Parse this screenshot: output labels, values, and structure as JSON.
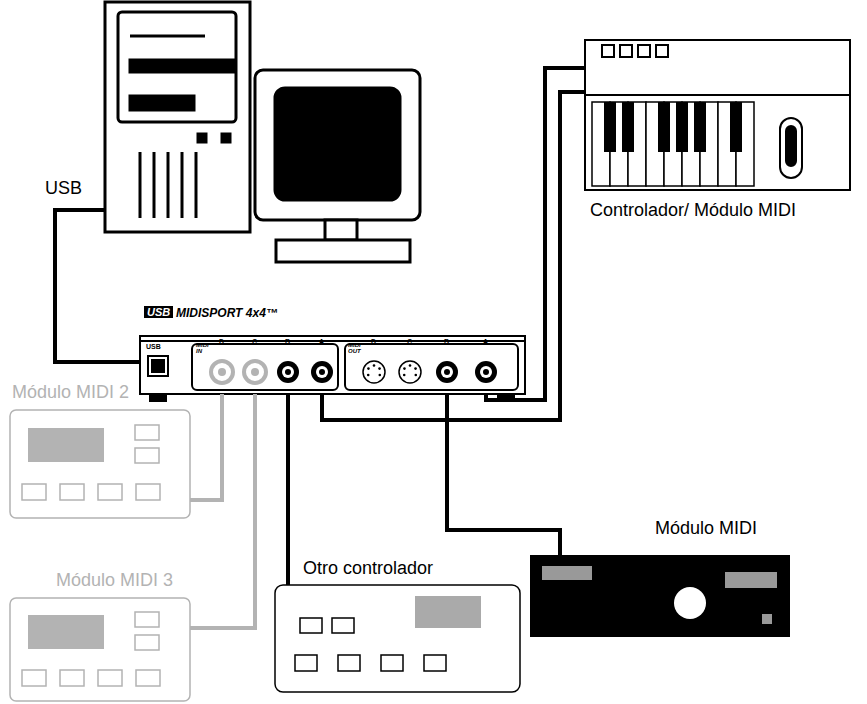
{
  "diagram": {
    "nodes": [
      {
        "text": [
          "USB",
          "MIDISPORT 4x4™",
          "USB",
          "MIDI IN",
          "D",
          "C",
          "B",
          "A",
          "MIDI OUT",
          "D",
          "C",
          "B",
          "A"
        ]
      },
      {
        "text": [
          "Controlador/ Módulo MIDI"
        ]
      },
      {
        "text": [
          "Módulo MIDI"
        ]
      },
      {
        "text": [
          "Otro controlador"
        ]
      },
      {
        "text": [
          "Módulo MIDI 2"
        ]
      },
      {
        "text": [
          "Módulo MIDI 3"
        ]
      }
    ],
    "edges": [
      {
        "from": 1,
        "to": 0,
        "arrow": "none"
      },
      {
        "from": 1,
        "to": 0,
        "arrow": "none"
      },
      {
        "from": 0,
        "to": 2,
        "arrow": "none"
      },
      {
        "from": 3,
        "to": 0,
        "arrow": "none"
      },
      {
        "from": 4,
        "to": 0,
        "arrow": "none"
      },
      {
        "from": 5,
        "to": 0,
        "arrow": "none"
      }
    ],
    "labels": [
      "USB"
    ]
  }
}
